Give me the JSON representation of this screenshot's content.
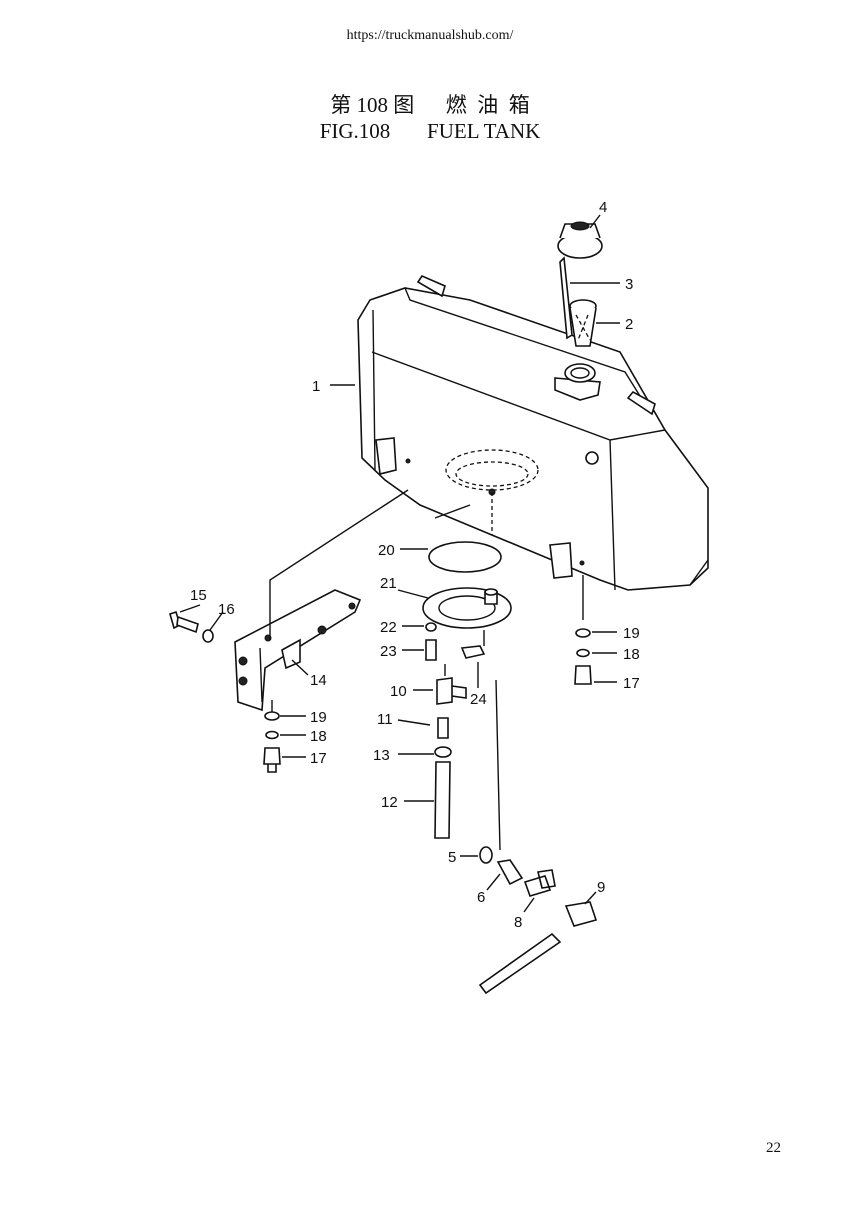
{
  "header": {
    "url": "https://truckmanualshub.com/"
  },
  "title": {
    "zh": "第 108 图      燃  油  箱",
    "en": "FIG.108       FUEL TANK"
  },
  "page_number": "22",
  "callouts": {
    "c1": "1",
    "c2": "2",
    "c3": "3",
    "c4": "4",
    "c5": "5",
    "c6": "6",
    "c8": "8",
    "c9": "9",
    "c10": "10",
    "c11": "11",
    "c12": "12",
    "c13": "13",
    "c14": "14",
    "c15": "15",
    "c16": "16",
    "c17a": "17",
    "c17b": "17",
    "c18a": "18",
    "c18b": "18",
    "c19a": "19",
    "c19b": "19",
    "c20": "20",
    "c21": "21",
    "c22": "22",
    "c23": "23",
    "c24": "24"
  }
}
